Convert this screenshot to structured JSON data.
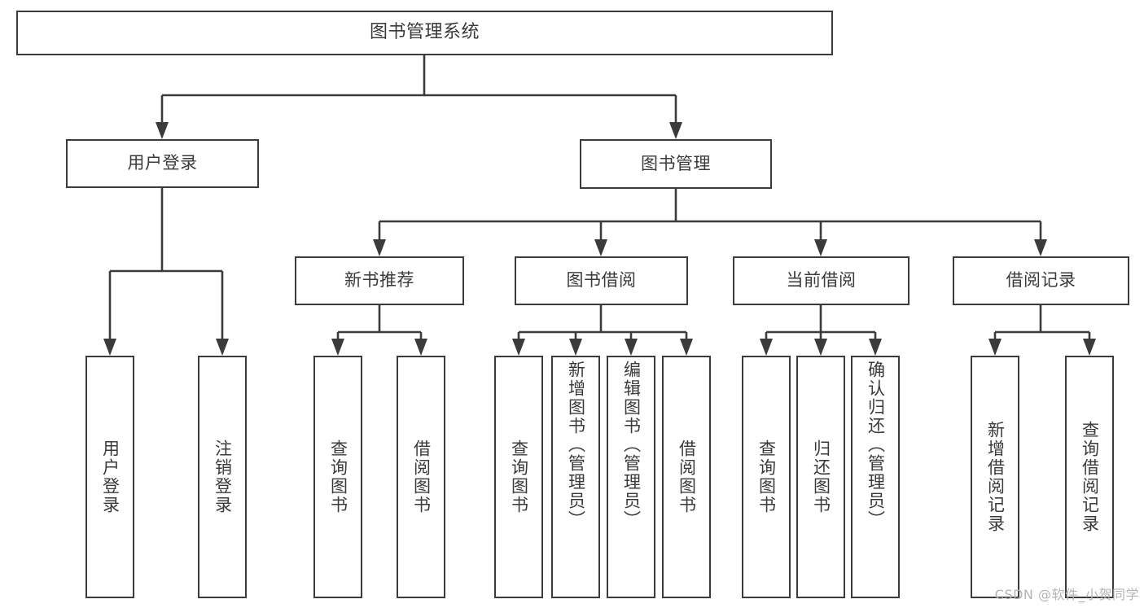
{
  "diagram": {
    "type": "tree-hierarchy",
    "title": "图书管理系统",
    "colors": {
      "stroke": "#3b3b3b",
      "text": "#3a3a3a",
      "background": "#ffffff",
      "watermark": "#b4b4b4"
    },
    "nodes": {
      "root": {
        "label": "图书管理系统"
      },
      "level2": [
        {
          "id": "user-login",
          "label": "用户登录"
        },
        {
          "id": "book-manage",
          "label": "图书管理"
        }
      ],
      "level3": [
        {
          "id": "new-book-recommend",
          "label": "新书推荐"
        },
        {
          "id": "book-borrow",
          "label": "图书借阅"
        },
        {
          "id": "current-borrow",
          "label": "当前借阅"
        },
        {
          "id": "borrow-record",
          "label": "借阅记录"
        }
      ],
      "leaves": {
        "user-login": [
          {
            "id": "leaf-user-login",
            "label": "用户登录"
          },
          {
            "id": "leaf-logout-login",
            "label": "注销登录"
          }
        ],
        "new-book-recommend": [
          {
            "id": "leaf-query-book-1",
            "label": "查询图书"
          },
          {
            "id": "leaf-borrow-book-1",
            "label": "借阅图书"
          }
        ],
        "book-borrow": [
          {
            "id": "leaf-query-book-2",
            "label": "查询图书"
          },
          {
            "id": "leaf-add-book-admin",
            "label": "新增图书（管理员）"
          },
          {
            "id": "leaf-edit-book-admin",
            "label": "编辑图书（管理员）"
          },
          {
            "id": "leaf-borrow-book-2",
            "label": "借阅图书"
          }
        ],
        "current-borrow": [
          {
            "id": "leaf-query-book-3",
            "label": "查询图书"
          },
          {
            "id": "leaf-return-book",
            "label": "归还图书"
          },
          {
            "id": "leaf-confirm-return-admin",
            "label": "确认归还（管理员）"
          }
        ],
        "borrow-record": [
          {
            "id": "leaf-add-borrow-record",
            "label": "新增借阅记录"
          },
          {
            "id": "leaf-query-borrow-record",
            "label": "查询借阅记录"
          }
        ]
      }
    },
    "watermark": "CSDN @软件_小贺同学"
  }
}
